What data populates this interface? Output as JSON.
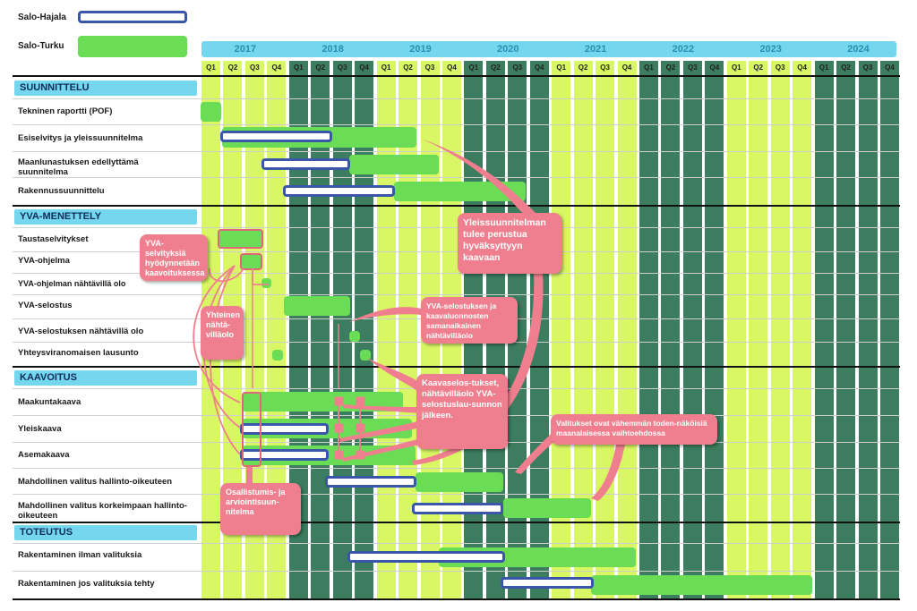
{
  "legend": {
    "salo_hajala": "Salo-Hajala",
    "salo_turku": "Salo-Turku"
  },
  "years": [
    "2017",
    "2018",
    "2019",
    "2020",
    "2021",
    "2022",
    "2023",
    "2024"
  ],
  "quarters": [
    "Q1",
    "Q2",
    "Q3",
    "Q4"
  ],
  "sections": {
    "suunnittelu": "SUUNNITTELU",
    "yva": "YVA-MENETTELY",
    "kaavoitus": "KAAVOITUS",
    "toteutus": "TOTEUTUS"
  },
  "rows": {
    "tekninen": "Tekninen raportti (POF)",
    "esiselvitys": "Esiselvitys ja yleissuunnitelma",
    "maanlunastus": "Maanlunastuksen edellyttämä suunnitelma",
    "rakennus": "Rakennussuunnittelu",
    "taustaselvitykset": "Taustaselvitykset",
    "yva_ohjelma": "YVA-ohjelma",
    "yva_ohjelma_nahtavilla": "YVA-ohjelman nähtävillä olo",
    "yva_selostus": "YVA-selostus",
    "yva_selostus_nahtavilla": "YVA-selostuksen nähtävillä olo",
    "yhteysviranomainen": "Yhteysviranomaisen lausunto",
    "maakuntakaava": "Maakuntakaava",
    "yleiskaava": "Yleiskaava",
    "asemakaava": "Asemakaava",
    "valitus_hao": "Mahdollinen valitus hallinto-oikeuteen",
    "valitus_kho": "Mahdollinen valitus korkeimpaan hallinto-oikeuteen",
    "rak_ilman": "Rakentaminen ilman valituksia",
    "rak_jos": "Rakentaminen jos valituksia tehty"
  },
  "callouts": {
    "yva_selvityksia": "YVA-selvityksiä hyödynnetään kaavoituksessa",
    "yhteinen": "Yhteinen nähtä-villäolo",
    "yleissuunnitelman": "Yleissuunnitelman tulee perustua hyväksyttyyn kaavaan",
    "yva_selostuksen": "YVA-selostuksen ja kaavaluonnosten samanaikainen nähtävilläolo",
    "kaavaselostukset": "Kaavaselos-tukset, nähtävilläolo YVA-selostuslau-sunnon jälkeen.",
    "valitukset": "Valitukset ovat vähemmän toden-näköisiä maanalaisessa vaihtoehdossa",
    "osallistumis": "Osallistumis- ja arviointisuun-nitelma"
  },
  "colors": {
    "light_quarter": "#d9f765",
    "dark_quarter": "#3b7d5e",
    "green_bar": "#6bdc55",
    "blue_outline": "#3a56a8",
    "callout": "#ef7f8e",
    "section_band": "#74d7ee"
  }
}
